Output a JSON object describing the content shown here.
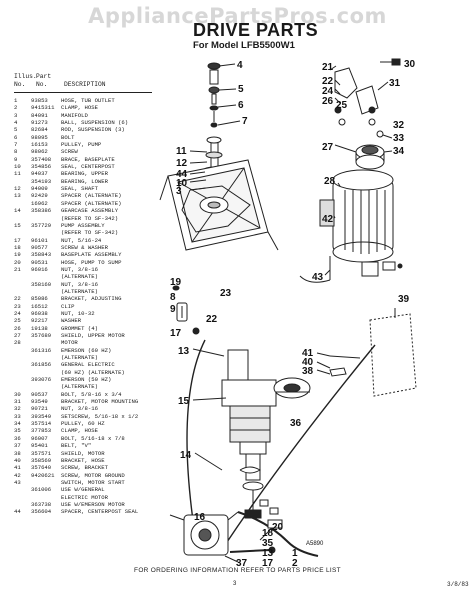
{
  "watermark": "AppliancePartsPros.com",
  "header": {
    "title": "DRIVE PARTS",
    "subtitle": "For Model LFB5500W1"
  },
  "list_header": {
    "col1_top": "Illus.",
    "col2_top": "Part",
    "col1": "No.",
    "col2": "No.",
    "col3": "DESCRIPTION"
  },
  "parts": [
    {
      "k": "1",
      "p": "93853",
      "d": "HOSE, TUB OUTLET"
    },
    {
      "k": "2",
      "p": "9415311",
      "d": "CLAMP, HOSE"
    },
    {
      "k": "3",
      "p": "84091",
      "d": "MANIFOLD"
    },
    {
      "k": "4",
      "p": "91273",
      "d": "BALL, SUSPENSION (6)"
    },
    {
      "k": "5",
      "p": "82684",
      "d": "ROD, SUSPENSION (3)"
    },
    {
      "k": "6",
      "p": "98095",
      "d": "BOLT"
    },
    {
      "k": "7",
      "p": "16153",
      "d": "PULLEY, PUMP"
    },
    {
      "k": "8",
      "p": "98062",
      "d": "SCREW"
    },
    {
      "k": "9",
      "p": "357408",
      "d": "BRACE, BASEPLATE"
    },
    {
      "k": "10",
      "p": "354856",
      "d": "SEAL, CENTERPOST"
    },
    {
      "k": "11",
      "p": "94037",
      "d": "BEARING, UPPER"
    },
    {
      "k": "",
      "p": "354193",
      "d": "BEARING, LOWER"
    },
    {
      "k": "12",
      "p": "94009",
      "d": "SEAL, SHAFT"
    },
    {
      "k": "13",
      "p": "92429",
      "d": "SPACER (ALTERNATE)"
    },
    {
      "k": "",
      "p": "16962",
      "d": "SPACER (ALTERNATE)"
    },
    {
      "k": "14",
      "p": "358386",
      "d": "GEARCASE ASSEMBLY"
    },
    {
      "k": "",
      "p": "",
      "d": "(REFER TO SF-342)"
    },
    {
      "k": "15",
      "p": "357729",
      "d": "PUMP ASSEMBLY"
    },
    {
      "k": "",
      "p": "",
      "d": "(REFER TO SF-342)"
    },
    {
      "k": "17",
      "p": "96101",
      "d": "NUT, 5/16-24"
    },
    {
      "k": "18",
      "p": "90577",
      "d": "SCREW & WASHER"
    },
    {
      "k": "19",
      "p": "358843",
      "d": "BASEPLATE ASSEMBLY"
    },
    {
      "k": "20",
      "p": "90531",
      "d": "HOSE, PUMP TO SUMP"
    },
    {
      "k": "21",
      "p": "96016",
      "d": "NUT, 3/8-16"
    },
    {
      "k": "",
      "p": "",
      "d": "(ALTERNATE)"
    },
    {
      "k": "",
      "p": "358160",
      "d": "NUT, 3/8-16"
    },
    {
      "k": "",
      "p": "",
      "d": "(ALTERNATE)"
    },
    {
      "k": "22",
      "p": "85086",
      "d": "BRACKET, ADJUSTING"
    },
    {
      "k": "23",
      "p": "16512",
      "d": "CLIP"
    },
    {
      "k": "24",
      "p": "96038",
      "d": "NUT, 10-32"
    },
    {
      "k": "25",
      "p": "92217",
      "d": "WASHER"
    },
    {
      "k": "26",
      "p": "19138",
      "d": "GROMMET (4)"
    },
    {
      "k": "27",
      "p": "357689",
      "d": "SHIELD, UPPER MOTOR"
    },
    {
      "k": "28",
      "p": "",
      "d": "MOTOR"
    },
    {
      "k": "",
      "p": "361316",
      "d": "EMERSON (60 HZ)"
    },
    {
      "k": "",
      "p": "",
      "d": "(ALTERNATE)"
    },
    {
      "k": "",
      "p": "361856",
      "d": "GENERAL ELECTRIC"
    },
    {
      "k": "",
      "p": "",
      "d": "(60 HZ) (ALTERNATE)"
    },
    {
      "k": "",
      "p": "393076",
      "d": "EMERSON (50 HZ)"
    },
    {
      "k": "",
      "p": "",
      "d": "(ALTERNATE)"
    },
    {
      "k": "30",
      "p": "90537",
      "d": "BOLT, 5/8-16 x 3/4"
    },
    {
      "k": "31",
      "p": "93549",
      "d": "BRACKET, MOTOR MOUNTING"
    },
    {
      "k": "32",
      "p": "90721",
      "d": "NUT, 3/8-16"
    },
    {
      "k": "33",
      "p": "393549",
      "d": "SETSCREW, 5/16-18 x 1/2"
    },
    {
      "k": "34",
      "p": "357514",
      "d": "PULLEY, 60 HZ"
    },
    {
      "k": "35",
      "p": "377853",
      "d": "CLAMP, HOSE"
    },
    {
      "k": "36",
      "p": "96007",
      "d": "BOLT, 5/16-18 x 7/8"
    },
    {
      "k": "37",
      "p": "95401",
      "d": "BELT, \"V\""
    },
    {
      "k": "38",
      "p": "357571",
      "d": "SHIELD, MOTOR"
    },
    {
      "k": "40",
      "p": "358569",
      "d": "BRACKET, HOSE"
    },
    {
      "k": "41",
      "p": "357640",
      "d": "SCREW, BRACKET"
    },
    {
      "k": "42",
      "p": "9420621",
      "d": "SCREW, MOTOR GROUND"
    },
    {
      "k": "43",
      "p": "",
      "d": "SWITCH, MOTOR START"
    },
    {
      "k": "",
      "p": "361006",
      "d": "USE W/GENERAL"
    },
    {
      "k": "",
      "p": "",
      "d": "ELECTRIC MOTOR"
    },
    {
      "k": "",
      "p": "363738",
      "d": "USE W/EMERSON MOTOR"
    },
    {
      "k": "44",
      "p": "356604",
      "d": "SPACER, CENTERPOST SEAL"
    }
  ],
  "callouts": {
    "c1": "1",
    "c2": "2",
    "c3": "3",
    "c4": "4",
    "c5": "5",
    "c6": "6",
    "c7": "7",
    "c8": "8",
    "c9": "9",
    "c10": "10",
    "c11": "11",
    "c12": "12",
    "c13a": "13",
    "c13b": "13",
    "c14": "14",
    "c15": "15",
    "c16": "16",
    "c17a": "17",
    "c17b": "17",
    "c18": "18",
    "c19": "19",
    "c20": "20",
    "c21": "21",
    "c22": "22",
    "c23": "23",
    "c24": "24",
    "c25": "25",
    "c26": "26",
    "c27": "27",
    "c28": "28",
    "c30": "30",
    "c31": "31",
    "c32": "32",
    "c33": "33",
    "c34": "34",
    "c35": "35",
    "c36": "36",
    "c37": "37",
    "c38": "38",
    "c39": "39",
    "c40": "40",
    "c41": "41",
    "c42": "42",
    "c43": "43",
    "c44": "44",
    "ref": "A5890"
  },
  "footer": {
    "note": "FOR ORDERING INFORMATION REFER TO PARTS PRICE LIST",
    "page": "3",
    "code": "3/8/83"
  }
}
